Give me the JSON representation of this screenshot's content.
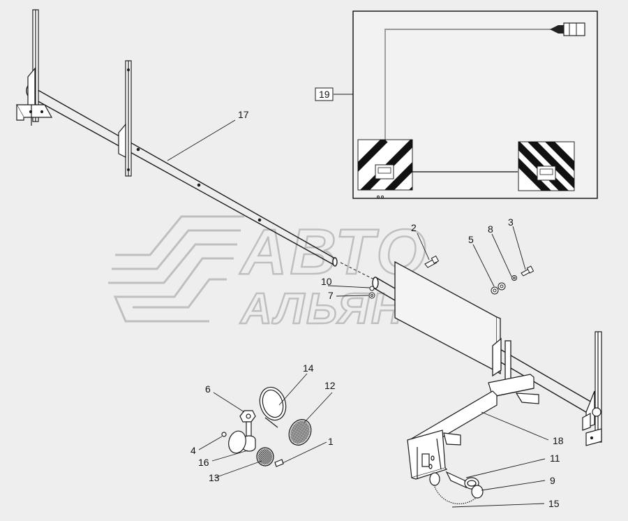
{
  "diagram": {
    "inset_ref": "19",
    "part_labels": {
      "p1": "1",
      "p2": "2",
      "p3": "3",
      "p4": "4",
      "p5": "5",
      "p6": "6",
      "p7": "7",
      "p8": "8",
      "p9": "9",
      "p10": "10",
      "p11": "11",
      "p12": "12",
      "p13": "13",
      "p14": "14",
      "p15": "15",
      "p16": "16",
      "p17": "17",
      "p18": "18"
    }
  },
  "watermark": {
    "line1": "АВТО",
    "line2": "АЛЬЯНС"
  },
  "colors": {
    "background": "#eeeeee",
    "line": "#1a1a1a",
    "watermark": "#b8b8b8"
  }
}
